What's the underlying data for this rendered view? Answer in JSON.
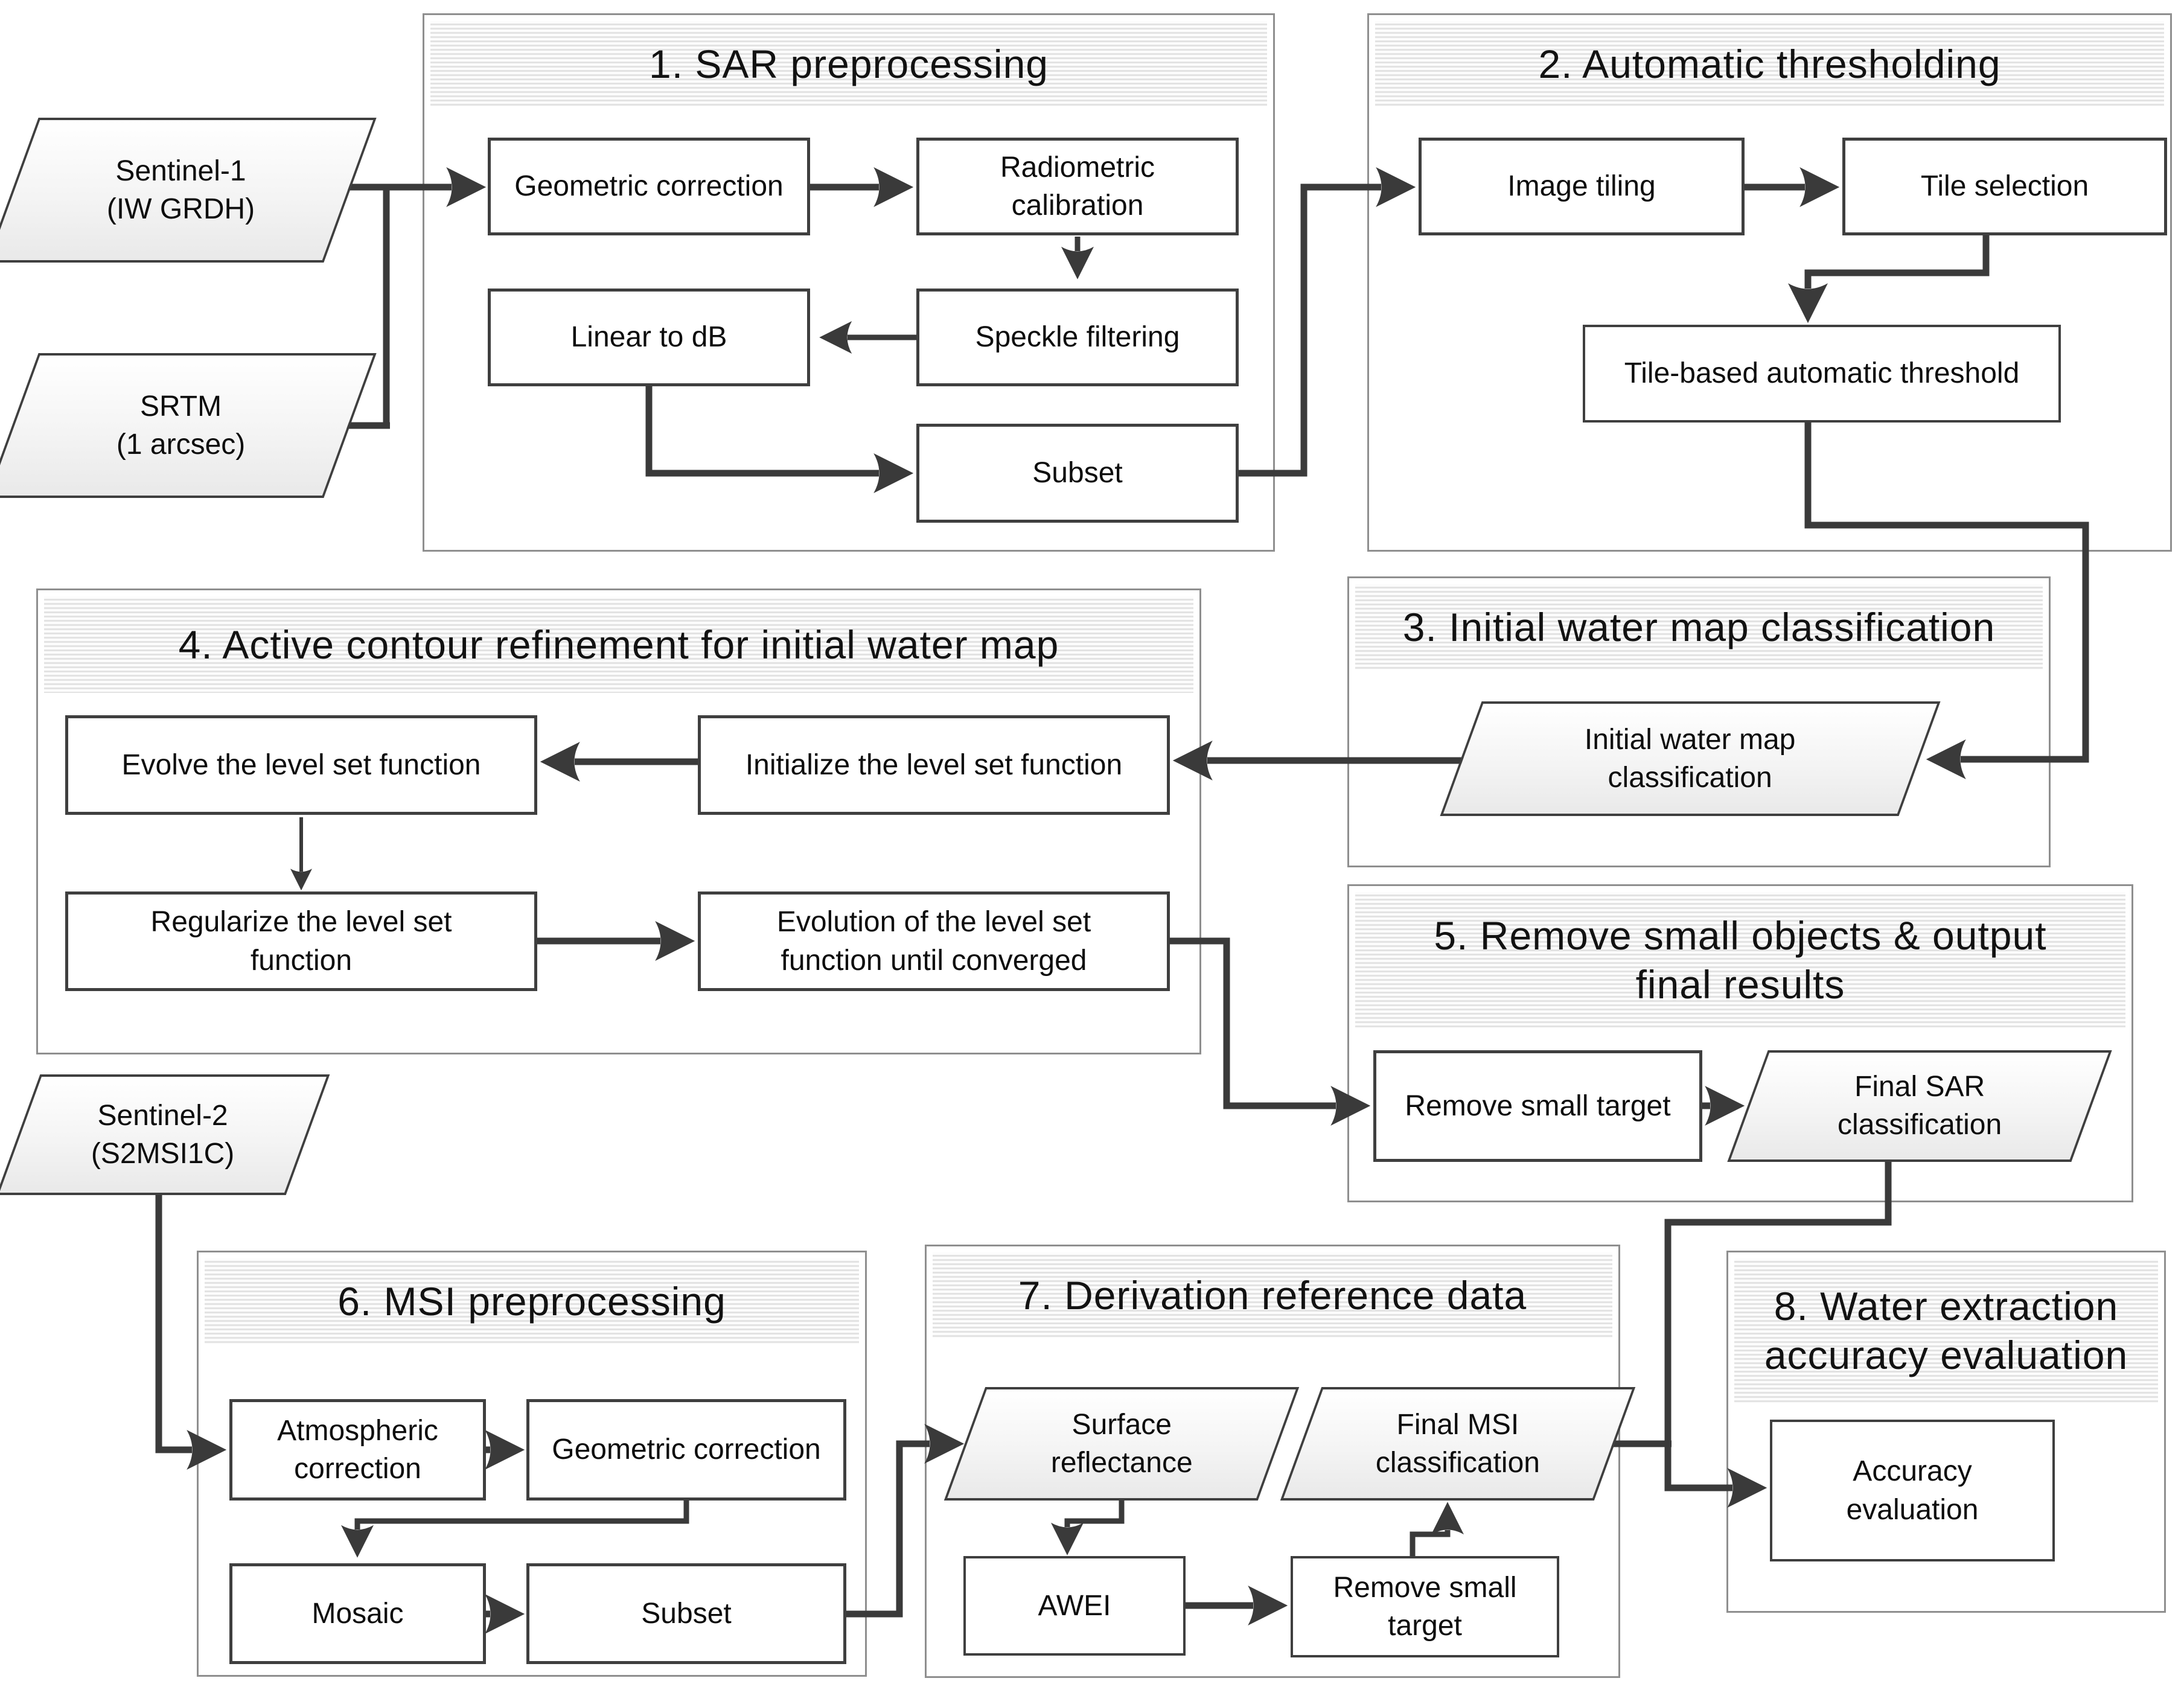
{
  "colors": {
    "connector": "#3a3a3a",
    "node_border": "#3f3f3f",
    "container_border": "#8f8f8f",
    "header_stripe": "#e3e3e3",
    "text": "#111111"
  },
  "inputs": {
    "sentinel1": {
      "line1": "Sentinel-1",
      "line2": "(IW GRDH)"
    },
    "srtm": {
      "line1": "SRTM",
      "line2": "(1 arcsec)"
    },
    "sentinel2": {
      "line1": "Sentinel-2",
      "line2": "(S2MSI1C)"
    }
  },
  "sections": {
    "sar": {
      "title": "1. SAR preprocessing",
      "nodes": {
        "geometric_correction": {
          "label": "Geometric correction"
        },
        "radiometric_calibration": {
          "line1": "Radiometric",
          "line2": "calibration"
        },
        "linear_to_db": {
          "label": "Linear to dB"
        },
        "speckle_filtering": {
          "label": "Speckle filtering"
        },
        "subset": {
          "label": "Subset"
        }
      }
    },
    "thresholding": {
      "title": "2. Automatic thresholding",
      "nodes": {
        "image_tiling": {
          "label": "Image tiling"
        },
        "tile_selection": {
          "label": "Tile selection"
        },
        "tile_threshold": {
          "label": "Tile-based automatic threshold"
        }
      }
    },
    "initial_water": {
      "title": "3. Initial water map classification",
      "nodes": {
        "initial_water_map": {
          "line1": "Initial water map",
          "line2": "classification"
        }
      }
    },
    "active_contour": {
      "title": "4. Active contour refinement for initial water map",
      "nodes": {
        "evolve": {
          "label": "Evolve the level set function"
        },
        "initialize": {
          "label": "Initialize the level set function"
        },
        "regularize": {
          "line1": "Regularize the level set",
          "line2": "function"
        },
        "evolution": {
          "line1": "Evolution of the level set",
          "line2": "function until converged"
        }
      }
    },
    "remove_small": {
      "title_line1": "5. Remove small objects & output",
      "title_line2": "final results",
      "nodes": {
        "remove_small_target": {
          "label": "Remove small target"
        },
        "final_sar": {
          "line1": "Final SAR",
          "line2": "classification"
        }
      }
    },
    "msi": {
      "title": "6. MSI preprocessing",
      "nodes": {
        "atmospheric_correction": {
          "line1": "Atmospheric",
          "line2": "correction"
        },
        "geometric_correction": {
          "label": "Geometric correction"
        },
        "mosaic": {
          "label": "Mosaic"
        },
        "subset": {
          "label": "Subset"
        }
      }
    },
    "reference": {
      "title": "7. Derivation reference data",
      "nodes": {
        "surface_reflectance": {
          "line1": "Surface",
          "line2": "reflectance"
        },
        "final_msi": {
          "line1": "Final MSI",
          "line2": "classification"
        },
        "awei": {
          "label": "AWEI"
        },
        "remove_small_target": {
          "line1": "Remove small",
          "line2": "target"
        }
      }
    },
    "accuracy": {
      "title_line1": "8. Water extraction",
      "title_line2": "accuracy evaluation",
      "nodes": {
        "accuracy_evaluation": {
          "line1": "Accuracy",
          "line2": "evaluation"
        }
      }
    }
  }
}
